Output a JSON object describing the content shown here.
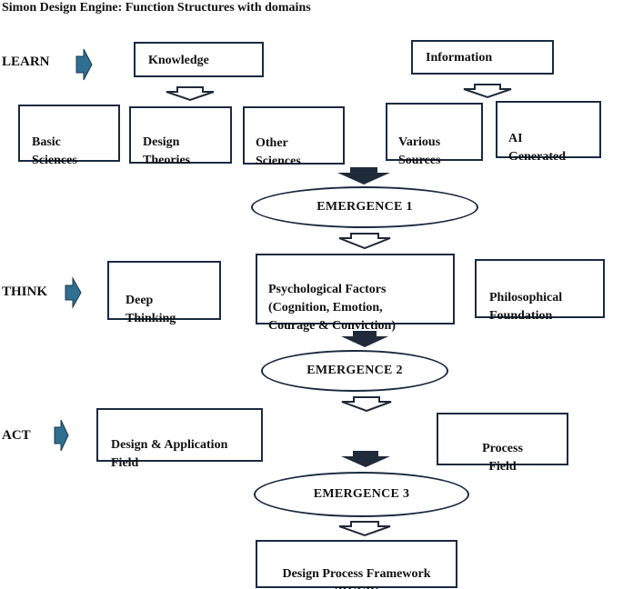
{
  "title": "Simon Design Engine: Function Structures with domains",
  "stages": {
    "learn": "LEARN",
    "think": "THINK",
    "act": "ACT"
  },
  "learn": {
    "knowledge": "Knowledge",
    "information": "Information",
    "basic_sciences": "Basic\nSciences",
    "design_theories": "Design\nTheories",
    "other_sciences": "Other\nSciences",
    "various_sources": "Various\nSources",
    "ai_generated": "AI\nGenerated"
  },
  "emergence": {
    "e1": "EMERGENCE 1",
    "e2": "EMERGENCE 2",
    "e3": "EMERGENCE 3"
  },
  "think": {
    "deep_thinking": "Deep\nThinking",
    "psychological_factors": "Psychological Factors\n(Cognition, Emotion,\nCourage & Conviction)",
    "philosophical_foundation": "Philosophical\nFoundation"
  },
  "act": {
    "design_application_field": "Design & Application\nField",
    "process_field": "Process\nField"
  },
  "output": {
    "framework": "Design Process Framework\n(DCCD)"
  },
  "colors": {
    "stage_arrow": "#2f6f8f",
    "box_border": "#1a2a40",
    "dark_arrow": "#1f2a3a"
  }
}
